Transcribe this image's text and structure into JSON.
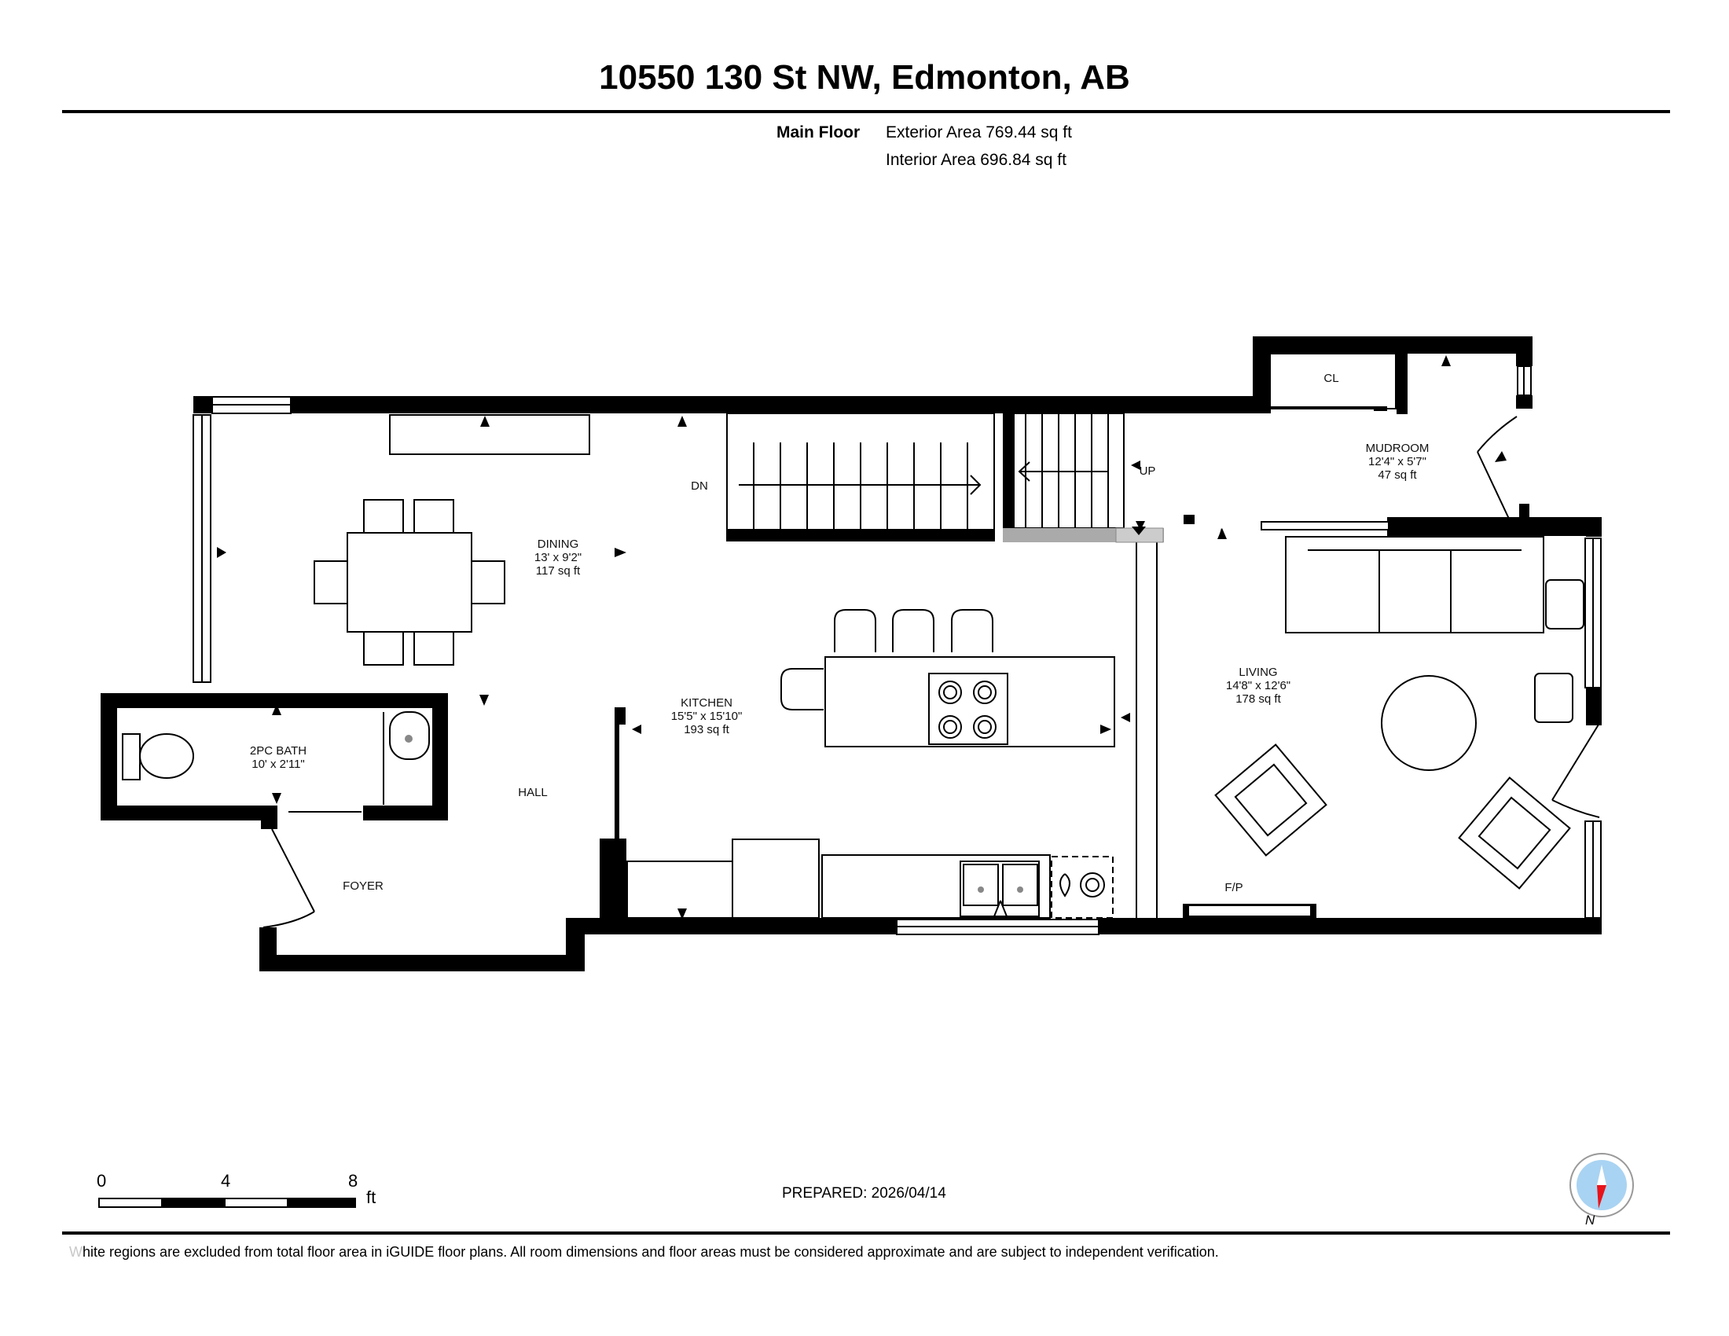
{
  "address": "10550 130 St NW, Edmonton, AB",
  "floor": {
    "name": "Main Floor",
    "exterior_area": "Exterior Area 769.44 sq ft",
    "interior_area": "Interior Area 696.84 sq ft"
  },
  "rooms": {
    "dining": {
      "name": "DINING",
      "dims": "13' x 9'2\"",
      "area": "117 sq ft"
    },
    "kitchen": {
      "name": "KITCHEN",
      "dims": "15'5\" x 15'10\"",
      "area": "193 sq ft"
    },
    "living": {
      "name": "LIVING",
      "dims": "14'8\" x 12'6\"",
      "area": "178 sq ft"
    },
    "mudroom": {
      "name": "MUDROOM",
      "dims": "12'4\" x 5'7\"",
      "area": "47 sq ft"
    },
    "bath": {
      "name": "2PC BATH",
      "dims": "10' x 2'11\""
    }
  },
  "labels": {
    "hall": "HALL",
    "foyer": "FOYER",
    "closet": "CL",
    "stairs_down": "DN",
    "stairs_up": "UP",
    "fireplace": "F/P"
  },
  "scale": {
    "ticks": [
      "0",
      "4",
      "8"
    ],
    "unit": "ft"
  },
  "prepared": "PREPARED: 2026/04/14",
  "compass": {
    "label": "N",
    "needle_color": "#e8141b",
    "dial_color": "#a9d3f2"
  },
  "disclaimer": {
    "first_letter": "W",
    "text": "hite regions are excluded from total floor area in iGUIDE floor plans. All room dimensions and floor areas must be considered approximate and are subject to independent verification."
  }
}
